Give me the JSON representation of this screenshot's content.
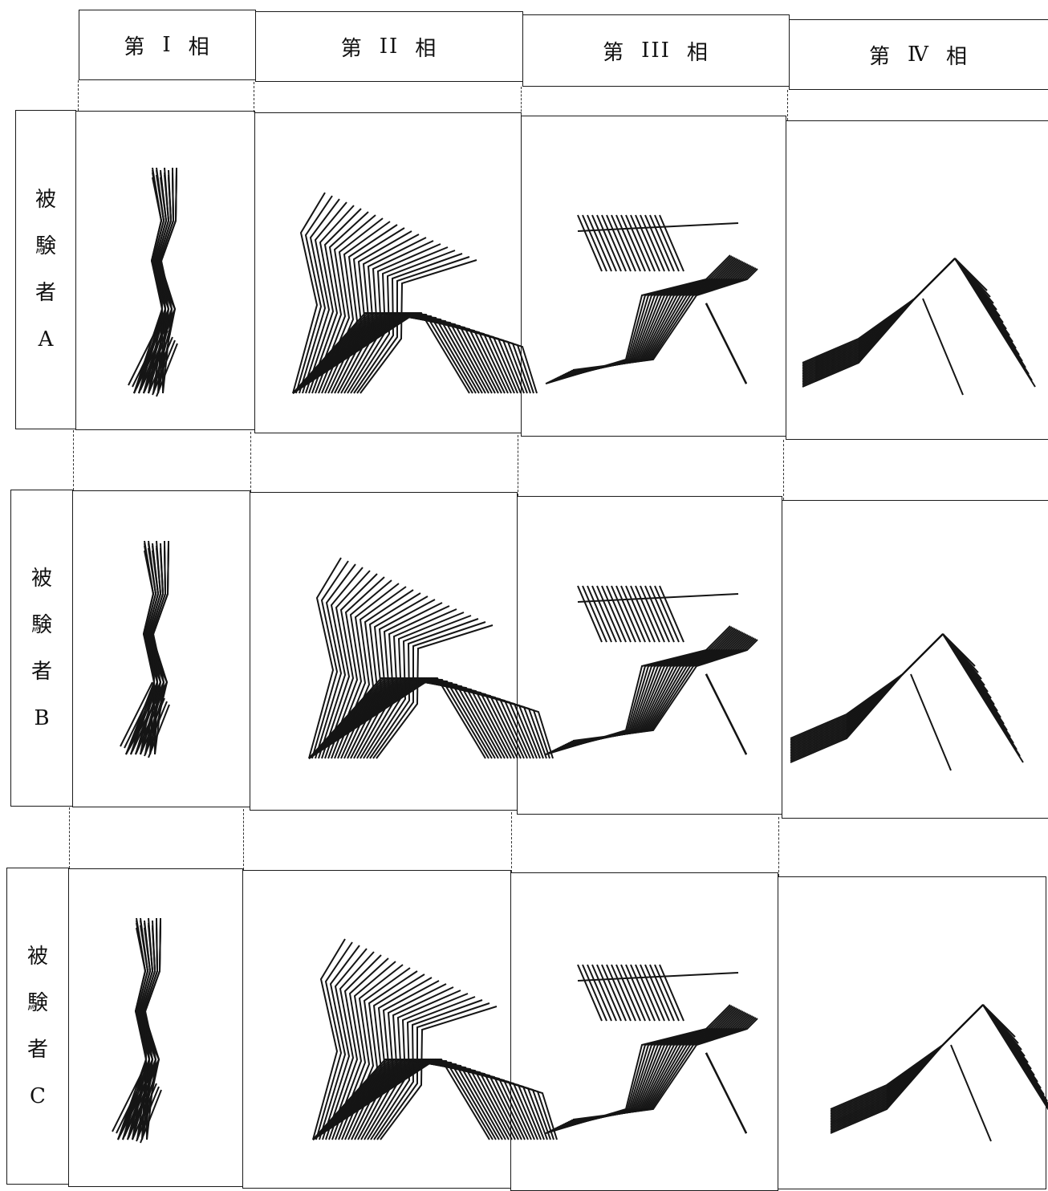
{
  "columns": [
    {
      "prefix": "第",
      "num": "I",
      "suffix": "相"
    },
    {
      "prefix": "第",
      "num": "II",
      "suffix": "相"
    },
    {
      "prefix": "第",
      "num": "III",
      "suffix": "相"
    },
    {
      "prefix": "第",
      "num": "Ⅳ",
      "suffix": "相"
    }
  ],
  "rows": [
    {
      "chars": [
        "被",
        "験",
        "者",
        "A"
      ]
    },
    {
      "chars": [
        "被",
        "験",
        "者",
        "B"
      ]
    },
    {
      "chars": [
        "被",
        "験",
        "者",
        "C"
      ]
    }
  ]
}
